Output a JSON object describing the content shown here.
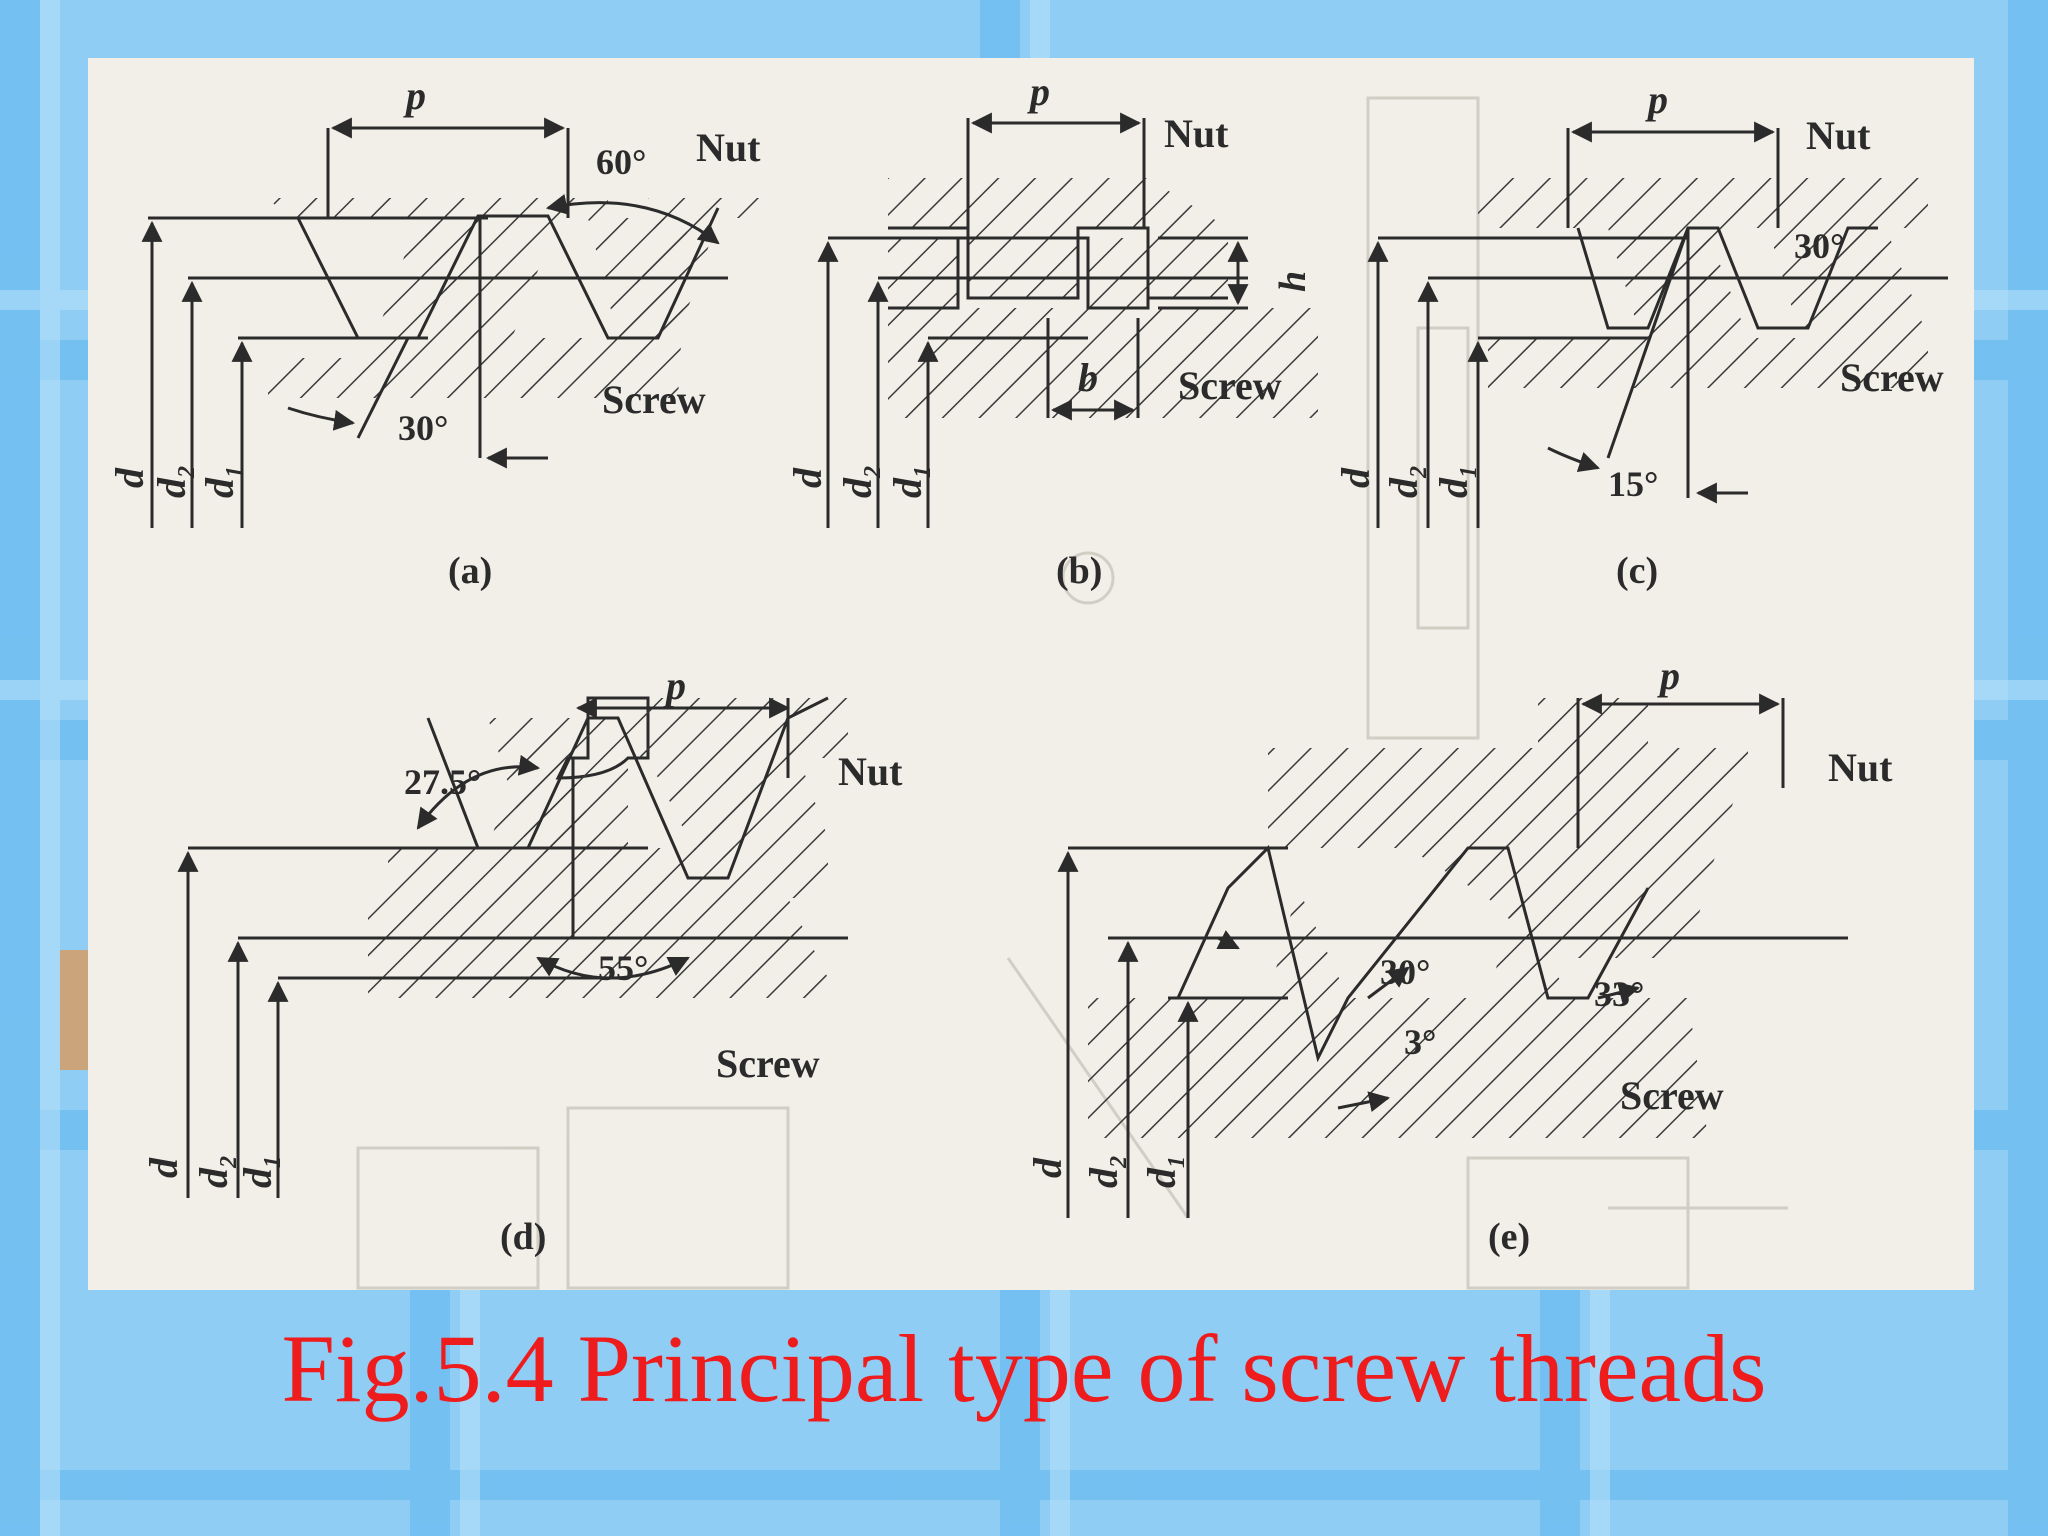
{
  "caption": "Fig.5.4 Principal type of screw threads",
  "colors": {
    "caption": "#ee1c1c",
    "background_tiles": "#8fcdf5",
    "panel": "#f1efe8",
    "ink": "#2b2b2b"
  },
  "panels": {
    "a": {
      "id": "(a)",
      "pitch": "p",
      "nut": "Nut",
      "screw": "Screw",
      "angle_flank": "60°",
      "angle_half": "30°",
      "d": "d",
      "d2": "d",
      "d2_sub": "2",
      "d1": "d",
      "d1_sub": "1"
    },
    "b": {
      "id": "(b)",
      "pitch": "p",
      "nut": "Nut",
      "screw": "Screw",
      "height": "h",
      "width": "b",
      "d": "d",
      "d2": "d",
      "d2_sub": "2",
      "d1": "d",
      "d1_sub": "1"
    },
    "c": {
      "id": "(c)",
      "pitch": "p",
      "nut": "Nut",
      "screw": "Screw",
      "angle_top": "30°",
      "angle_bottom": "15°",
      "d": "d",
      "d2": "d",
      "d2_sub": "2",
      "d1": "d",
      "d1_sub": "1"
    },
    "d": {
      "id": "(d)",
      "pitch": "p",
      "nut": "Nut",
      "screw": "Screw",
      "angle_half": "27.5°",
      "angle_full": "55°",
      "d": "d",
      "d2": "d",
      "d2_sub": "2",
      "d1": "d",
      "d1_sub": "1"
    },
    "e": {
      "id": "(e)",
      "pitch": "p",
      "nut": "Nut",
      "screw": "Screw",
      "angle_load": "30°",
      "angle_small": "3°",
      "angle_total": "33°",
      "d": "d",
      "d2": "d",
      "d2_sub": "2",
      "d1": "d",
      "d1_sub": "1"
    }
  }
}
